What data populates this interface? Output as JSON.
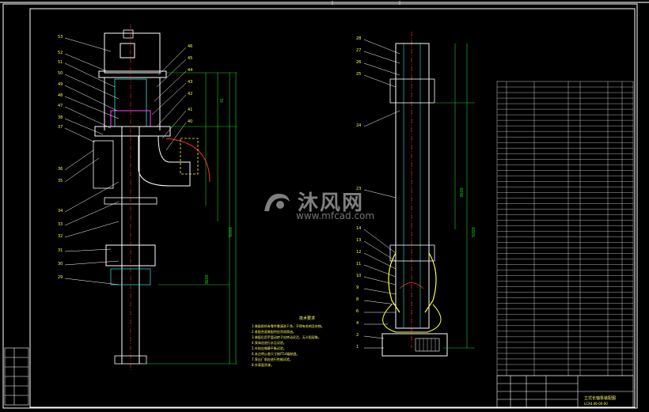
{
  "watermark": {
    "brand": "沐风网",
    "url": "www.mfcad.com"
  },
  "drawing": {
    "title_block_name": "立式长轴泵装配图",
    "title_block_code": "LCX4.06-00-00",
    "notes_title": "技术要求",
    "notes": [
      "1.装配前所有零件需清洗干净，不得有毛刺及杂物。",
      "2.各配合面装配时应涂润滑油。",
      "3.装配后用手盘动转子应转动灵活，无卡阻现象。",
      "4.泵体应进行水压试验。",
      "5.叶轮应做静平衡试验。",
      "6.未注明公差尺寸按IT14级制造。",
      "7.泵出厂前应进行性能试验。",
      "8.外表面涂漆。"
    ]
  },
  "colors": {
    "frame": "#ffffff",
    "red": "#ff3030",
    "green": "#20d020",
    "yellow": "#ffff40",
    "magenta": "#ff40ff",
    "cyan": "#40e0e0"
  }
}
